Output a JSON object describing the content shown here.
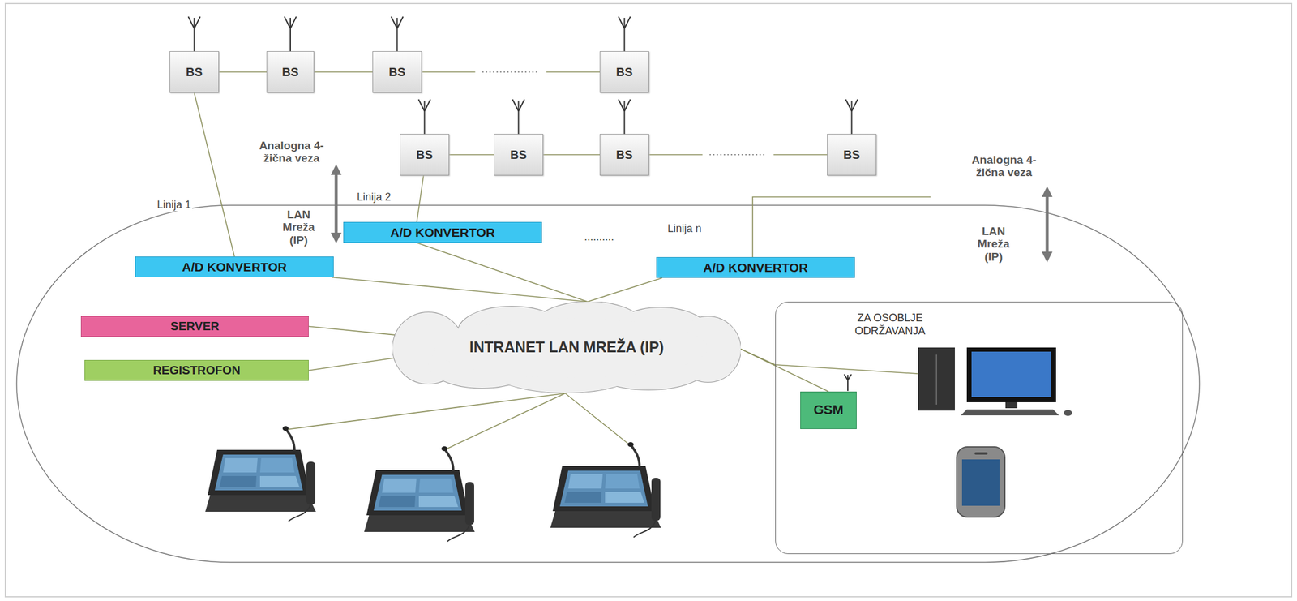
{
  "diagram": {
    "nodes": [
      {
        "text": [
          "BS"
        ]
      },
      {
        "text": [
          "BS"
        ]
      },
      {
        "text": [
          "BS"
        ]
      },
      {
        "text": [
          "BS"
        ]
      },
      {
        "text": [
          "BS"
        ]
      },
      {
        "text": [
          "BS"
        ]
      },
      {
        "text": [
          "BS"
        ]
      },
      {
        "text": [
          "BS"
        ]
      },
      {
        "text": [
          "A/D KONVERTOR"
        ]
      },
      {
        "text": [
          "A/D KONVERTOR"
        ]
      },
      {
        "text": [
          "A/D KONVERTOR"
        ]
      },
      {
        "text": [
          "SERVER"
        ]
      },
      {
        "text": [
          "REGISTROFON"
        ]
      },
      {
        "text": [
          "INTRANET LAN MREŽA (IP)"
        ]
      },
      {
        "text": [
          "ZA OSOBLJE ODRŽAVANJA"
        ]
      },
      {
        "text": [
          "GSM"
        ],
        "in": 14
      }
    ],
    "edges": [
      {
        "from": 0,
        "to": 1,
        "arrow": "none"
      },
      {
        "from": 1,
        "to": 2,
        "arrow": "none"
      },
      {
        "from": 2,
        "to": 3,
        "arrow": "none"
      },
      {
        "from": 4,
        "to": 5,
        "arrow": "none"
      },
      {
        "from": 5,
        "to": 6,
        "arrow": "none"
      },
      {
        "from": 6,
        "to": 7,
        "arrow": "none"
      },
      {
        "from": 0,
        "to": 8,
        "label": "Linija 1",
        "arrow": "none"
      },
      {
        "from": 4,
        "to": 9,
        "label": "Linija 2",
        "arrow": "none"
      },
      {
        "from": 8,
        "to": 13,
        "arrow": "none"
      },
      {
        "from": 9,
        "to": 13,
        "arrow": "none"
      },
      {
        "from": 10,
        "to": 13,
        "arrow": "none"
      },
      {
        "from": 11,
        "to": 13,
        "arrow": "none"
      },
      {
        "from": 12,
        "to": 13,
        "arrow": "none"
      },
      {
        "from": 13,
        "to": 14,
        "arrow": "none"
      },
      {
        "from": 13,
        "to": 15,
        "arrow": "none"
      }
    ],
    "labels": [
      "Analogna 4-žična veza",
      "LAN Mreža (IP)",
      "Linija n",
      "..........",
      "Analogna 4-žična veza",
      "LAN Mreža (IP)"
    ]
  }
}
